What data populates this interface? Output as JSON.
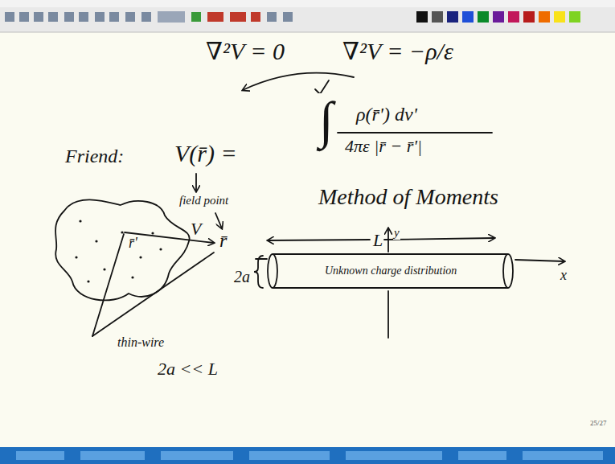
{
  "diagram": {
    "nodes": [
      {
        "text": [
          "r̄'",
          "V"
        ]
      },
      {
        "text": [
          "Unknown charge distribution"
        ]
      }
    ],
    "labels": [
      "∇²V = 0",
      "∇²V = −ρ/ε",
      "Friend:",
      "V(r̄) =",
      "∫",
      "ρ(r̄') dv'",
      "4πε |r̄ − r̄'|",
      "field point",
      "r̄",
      "Method of Moments",
      "L",
      "y",
      "x",
      "2a",
      "thin-wire",
      "2a << L",
      "25/27"
    ]
  }
}
